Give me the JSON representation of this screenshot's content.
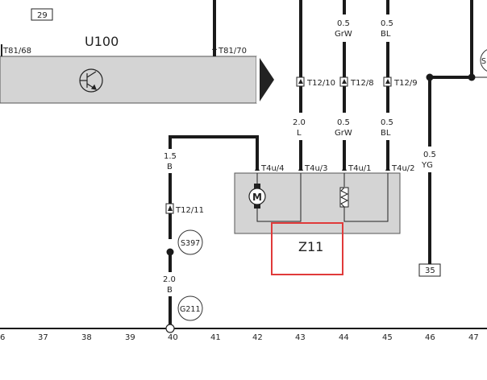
{
  "components": {
    "u100": "U100",
    "z11": "Z11",
    "s397": "S397",
    "g211": "G211",
    "s_partial": "S"
  },
  "ref_boxes": {
    "top_left": "29",
    "bottom_right": "35"
  },
  "connectors": {
    "t81_68": "T81/68",
    "t81_70": "T81/70",
    "t12_10": "T12/10",
    "t12_8": "T12/8",
    "t12_9": "T12/9",
    "t12_11": "T12/11",
    "t4u_4": "T4u/4",
    "t4u_3": "T4u/3",
    "t4u_1": "T4u/1",
    "t4u_2": "T4u/2"
  },
  "wires": {
    "top_43_size": "0.5",
    "top_43_color": "GrW",
    "top_44_size": "0.5",
    "top_44_color": "BL",
    "w43_size": "2.0",
    "w43_color": "L",
    "w44_size": "0.5",
    "w44_color": "GrW",
    "w45_size": "0.5",
    "w45_color": "BL",
    "w40a_size": "1.5",
    "w40a_color": "B",
    "w40b_size": "2.0",
    "w40b_color": "B",
    "w46_size": "0.5",
    "w46_color": "YG"
  },
  "axis_numbers": [
    "6",
    "37",
    "38",
    "39",
    "40",
    "41",
    "42",
    "43",
    "44",
    "45",
    "46",
    "47"
  ],
  "colors": {
    "line": "#1a1a1a",
    "module_fill": "#d4d4d4",
    "module_stroke": "#555555",
    "highlight": "#e03a3a"
  }
}
